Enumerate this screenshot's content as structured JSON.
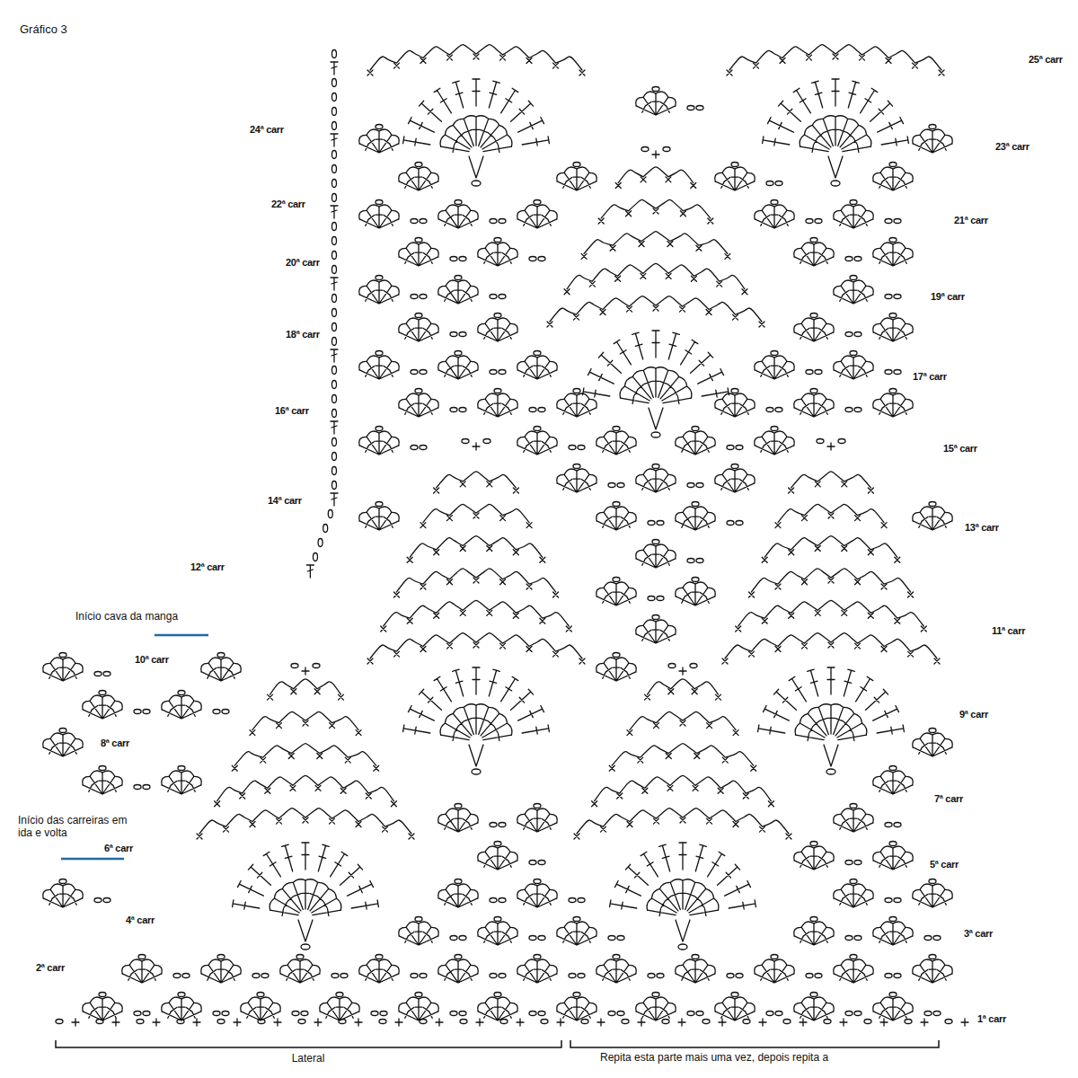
{
  "diagram": {
    "title": "Gráfico 3",
    "labels": [
      "25ª carr",
      "24ª carr",
      "23ª carr",
      "22ª carr",
      "21ª carr",
      "20ª carr",
      "19ª carr",
      "18ª carr",
      "17ª carr",
      "16ª carr",
      "15ª carr",
      "14ª carr",
      "13ª carr",
      "12ª carr",
      "Início cava da manga",
      "11ª carr",
      "10ª carr",
      "9ª carr",
      "8ª carr",
      "7ª carr",
      "Início das carreiras em ida e volta",
      "6ª carr",
      "5ª carr",
      "4ª carr",
      "3ª carr",
      "2ª carr",
      "1ª carr",
      "Lateral",
      "Repita esta parte mais uma vez, depois repita a"
    ]
  }
}
